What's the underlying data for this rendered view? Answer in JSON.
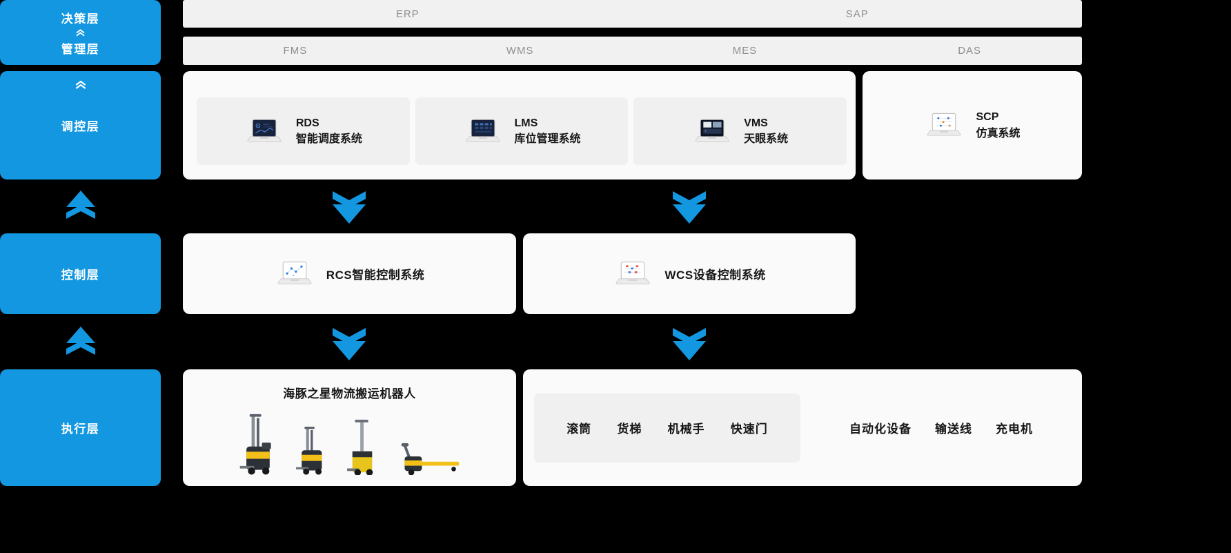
{
  "colors": {
    "accent_blue": "#1297E0",
    "background": "#000000",
    "panel_bg": "#FAFAFA",
    "card_bg": "#F0F0F0",
    "bar_bg": "#F1F1F1",
    "bar_text": "#8E8E8E",
    "text_dark": "#161616",
    "robot_yellow": "#F2C018"
  },
  "sidebar": {
    "decision": {
      "top_label": "决策层",
      "bottom_label": "管理层"
    },
    "regulation": {
      "label": "调控层"
    },
    "control": {
      "label": "控制层"
    },
    "execution": {
      "label": "执行层"
    }
  },
  "header": {
    "erp_sap_bar": {
      "left": "ERP",
      "right": "SAP"
    },
    "systems_bar": {
      "items": [
        "FMS",
        "WMS",
        "MES",
        "DAS"
      ]
    }
  },
  "scheduling": {
    "cards": [
      {
        "code": "RDS",
        "name": "智能调度系统"
      },
      {
        "code": "LMS",
        "name": "库位管理系统"
      },
      {
        "code": "VMS",
        "name": "天眼系统"
      }
    ],
    "scp": {
      "code": "SCP",
      "name": "仿真系统"
    }
  },
  "control_row": {
    "rcs_label": "RCS智能控制系统",
    "wcs_label": "WCS设备控制系统"
  },
  "execution_row": {
    "robots_title": "海豚之星物流搬运机器人",
    "robots_count": 4,
    "equipment_boxed": [
      "滚筒",
      "货梯",
      "机械手",
      "快速门"
    ],
    "equipment_loose": [
      "自动化设备",
      "输送线",
      "充电机"
    ]
  },
  "icons": {
    "laptop": "laptop-icon",
    "up_arrow": "up-arrow-icon",
    "down_arrow": "down-arrow-icon",
    "chevron_up_small": "chevron-up-small-icon",
    "robots": [
      "reach-truck-robot",
      "stacker-robot",
      "pallet-stacker-robot",
      "pallet-truck-robot"
    ]
  }
}
